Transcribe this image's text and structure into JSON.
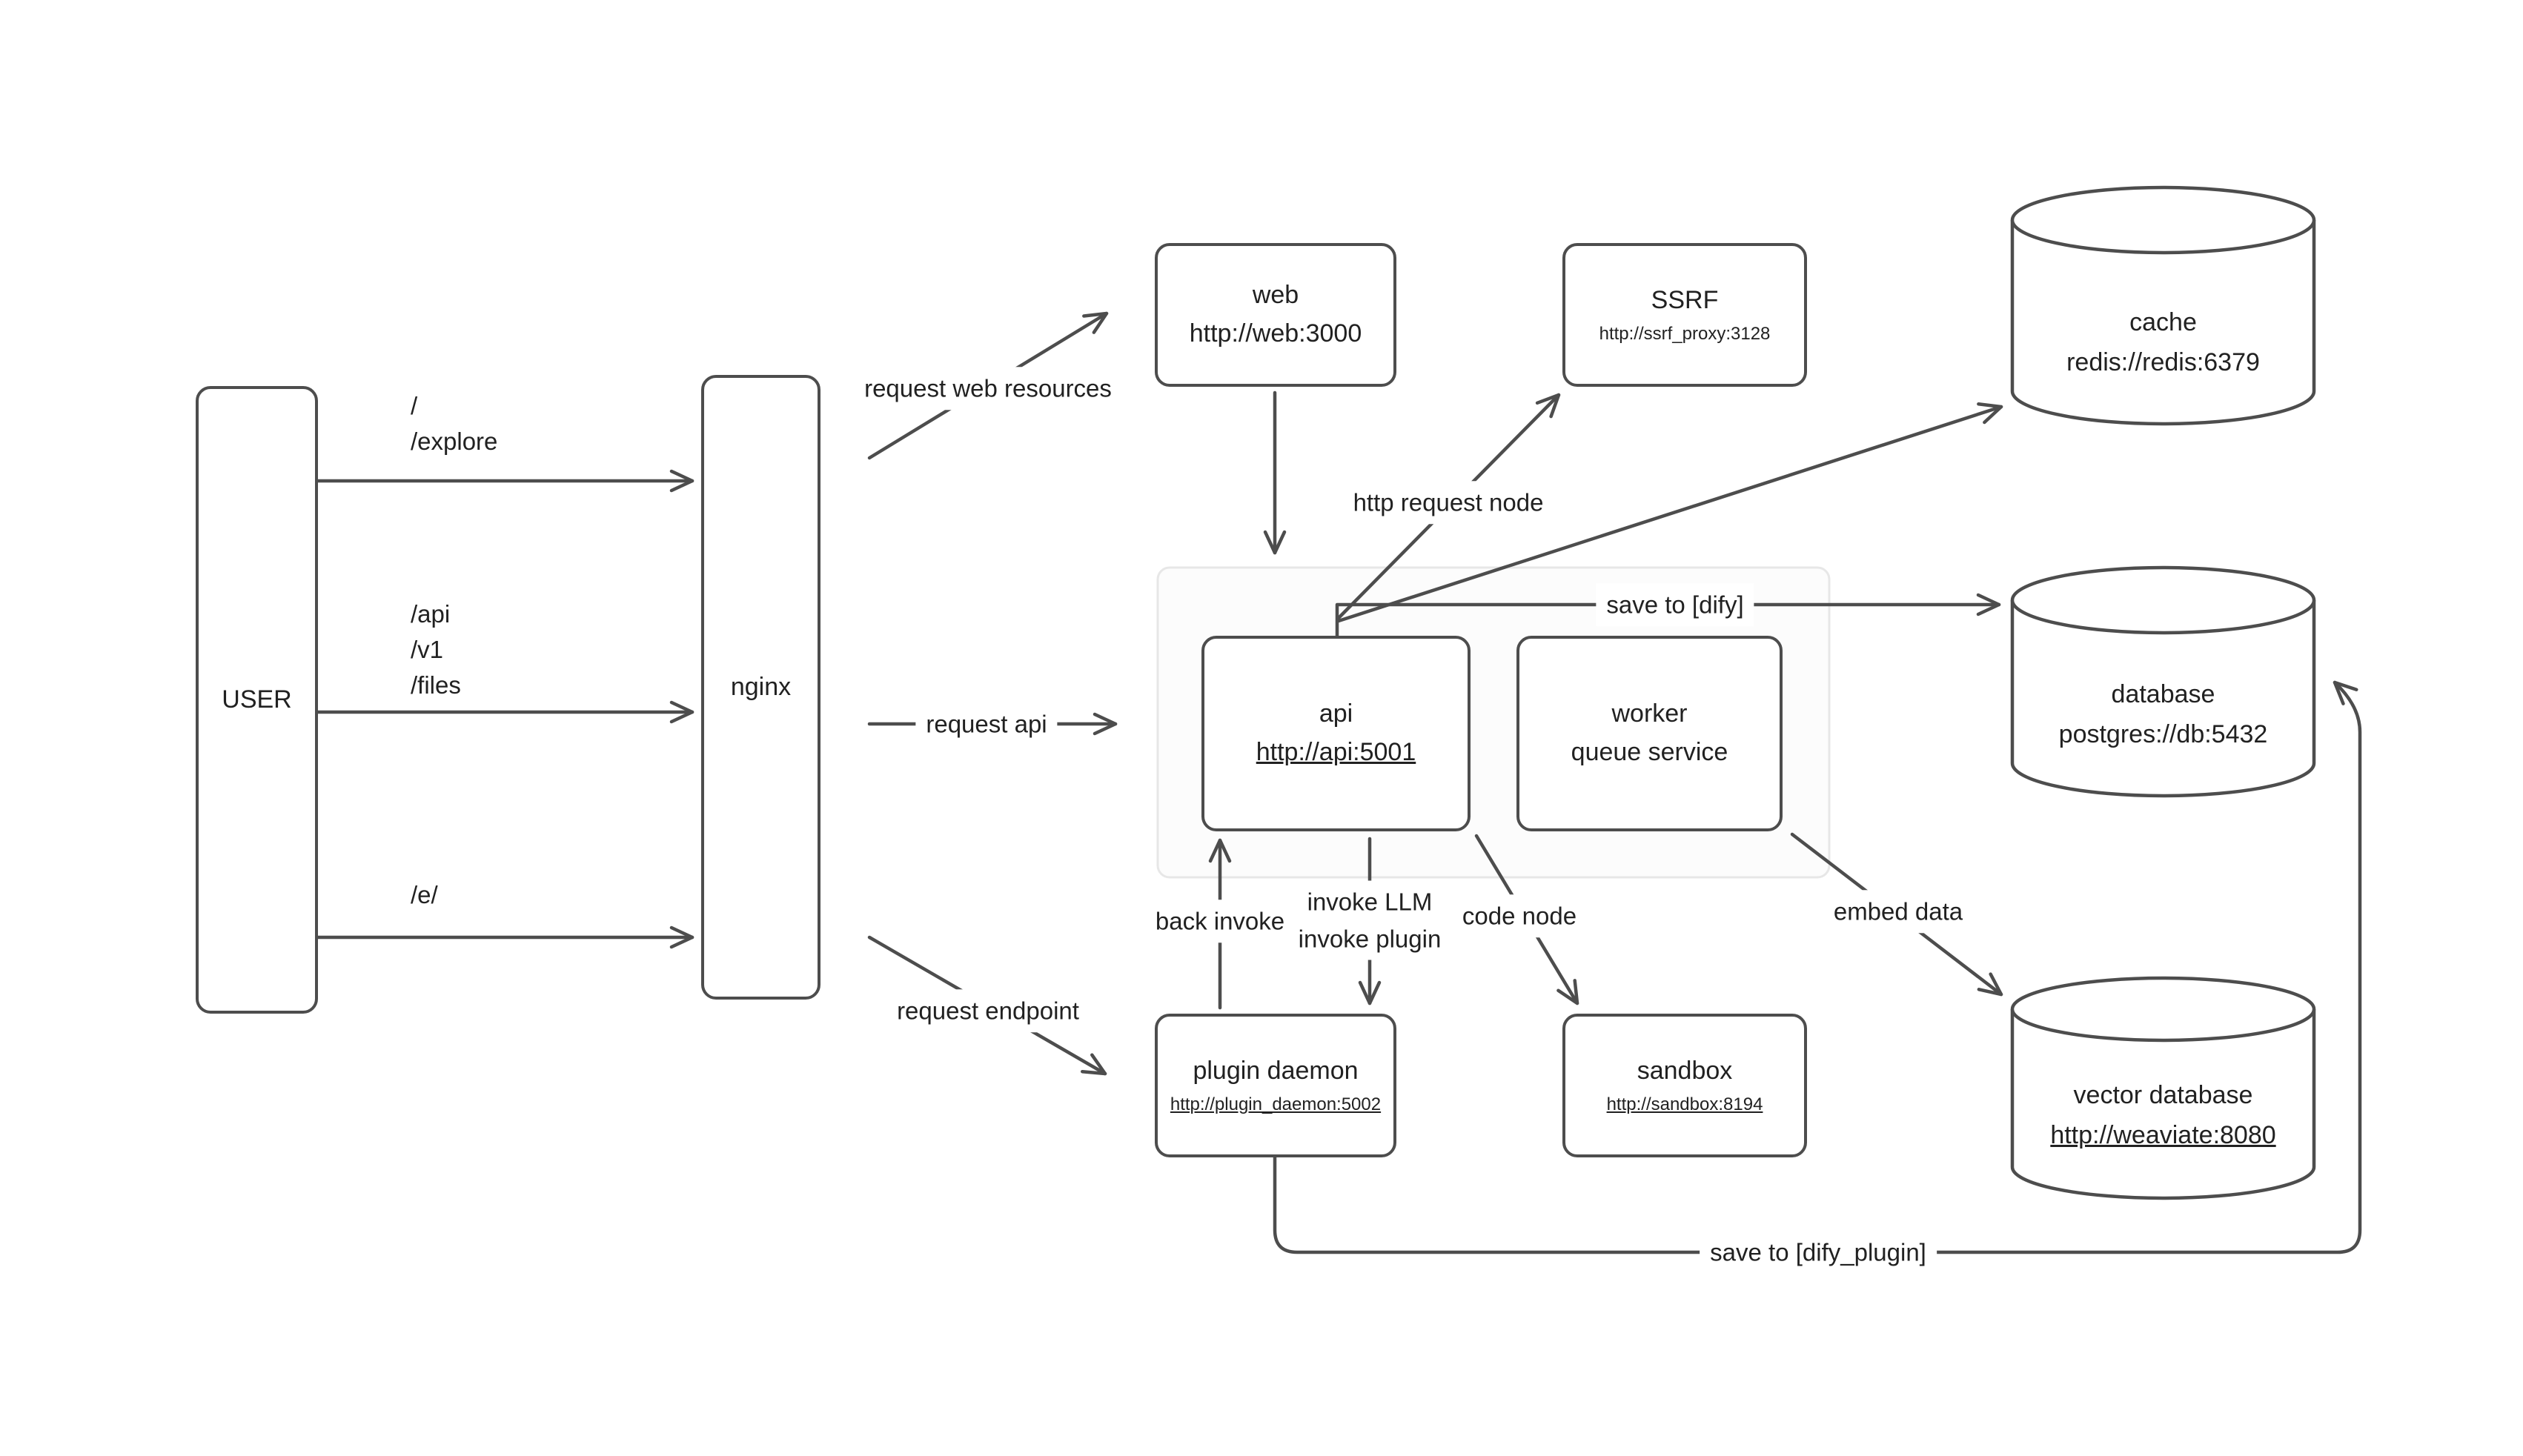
{
  "nodes": {
    "user": {
      "label": "USER"
    },
    "nginx": {
      "label": "nginx"
    },
    "web": {
      "title": "web",
      "subtitle": "http://web:3000"
    },
    "ssrf": {
      "title": "SSRF",
      "subtitle": "http://ssrf_proxy:3128"
    },
    "cache": {
      "title": "cache",
      "subtitle": "redis://redis:6379"
    },
    "api": {
      "title": "api",
      "subtitle": "http://api:5001"
    },
    "worker": {
      "title": "worker",
      "subtitle": "queue service"
    },
    "database": {
      "title": "database",
      "subtitle": "postgres://db:5432"
    },
    "plugin_daemon": {
      "title": "plugin daemon",
      "subtitle": "http://plugin_daemon:5002"
    },
    "sandbox": {
      "title": "sandbox",
      "subtitle": "http://sandbox:8194"
    },
    "vector_database": {
      "title": "vector database",
      "subtitle": "http://weaviate:8080"
    }
  },
  "edges": {
    "user_routes_top": {
      "lines": [
        "/",
        "/explore"
      ]
    },
    "user_routes_mid": {
      "lines": [
        "/api",
        "/v1",
        "/files"
      ]
    },
    "user_routes_bottom": {
      "lines": [
        "/e/"
      ]
    },
    "request_web_resources": "request web resources",
    "request_api": "request api",
    "request_endpoint": "request endpoint",
    "http_request_node": "http request node",
    "save_to_dify": "save to [dify]",
    "back_invoke": "back invoke",
    "invoke": {
      "lines": [
        "invoke LLM",
        "invoke plugin"
      ]
    },
    "code_node": "code node",
    "embed_data": "embed data",
    "save_to_dify_plugin": "save to [dify_plugin]"
  },
  "colors": {
    "stroke": "#4d4d4d",
    "text": "#212121",
    "group_border": "#e7e7e7"
  }
}
